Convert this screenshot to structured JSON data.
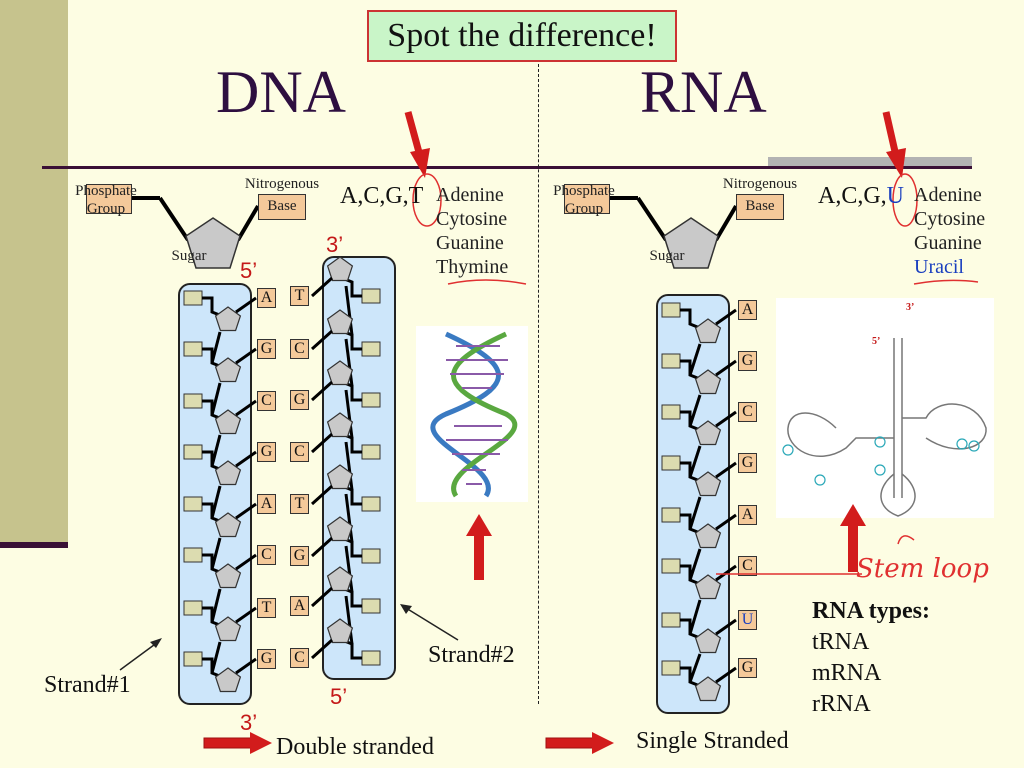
{
  "title": "Spot the difference!",
  "dna": {
    "heading": "DNA",
    "phosphate_label": "Phosphate Group",
    "nitro_label": "Nitrogenous",
    "base_label": "Base",
    "sugar_label": "Sugar",
    "sequence": "A,C,G,T",
    "bases": [
      "Adenine",
      "Cytosine",
      "Guanine",
      "Thymine"
    ],
    "strand1_bases": [
      "A",
      "G",
      "C",
      "G",
      "A",
      "C",
      "T",
      "G"
    ],
    "strand2_bases": [
      "T",
      "C",
      "G",
      "C",
      "T",
      "G",
      "A",
      "C"
    ],
    "label_5_top": "5’",
    "label_3_top": "3’",
    "label_5_bottom": "5’",
    "label_3_bottom": "3’",
    "strand1_label": "Strand#1",
    "strand2_label": "Strand#2",
    "footer": "Double stranded"
  },
  "rna": {
    "heading": "RNA",
    "phosphate_label": "Phosphate Group",
    "nitro_label": "Nitrogenous",
    "base_label": "Base",
    "sugar_label": "Sugar",
    "sequence_prefix": "A,C,G,",
    "sequence_highlight": "U",
    "bases": [
      "Adenine",
      "Cytosine",
      "Guanine"
    ],
    "highlight_base": "Uracil",
    "strand_bases": [
      "A",
      "G",
      "C",
      "G",
      "A",
      "C",
      "U",
      "G"
    ],
    "stem_loop_label": "Stem loop",
    "trna_5": "5’",
    "trna_3": "3’",
    "types_title": "RNA types:",
    "types": [
      "tRNA",
      "mRNA",
      "rRNA"
    ],
    "footer": "Single Stranded"
  },
  "colors": {
    "accent": "#c41818",
    "heading": "#2e0f40",
    "strand_fill": "#cde6fa",
    "base_fill": "#f4c99a",
    "uracil": "#1a3fbf"
  }
}
